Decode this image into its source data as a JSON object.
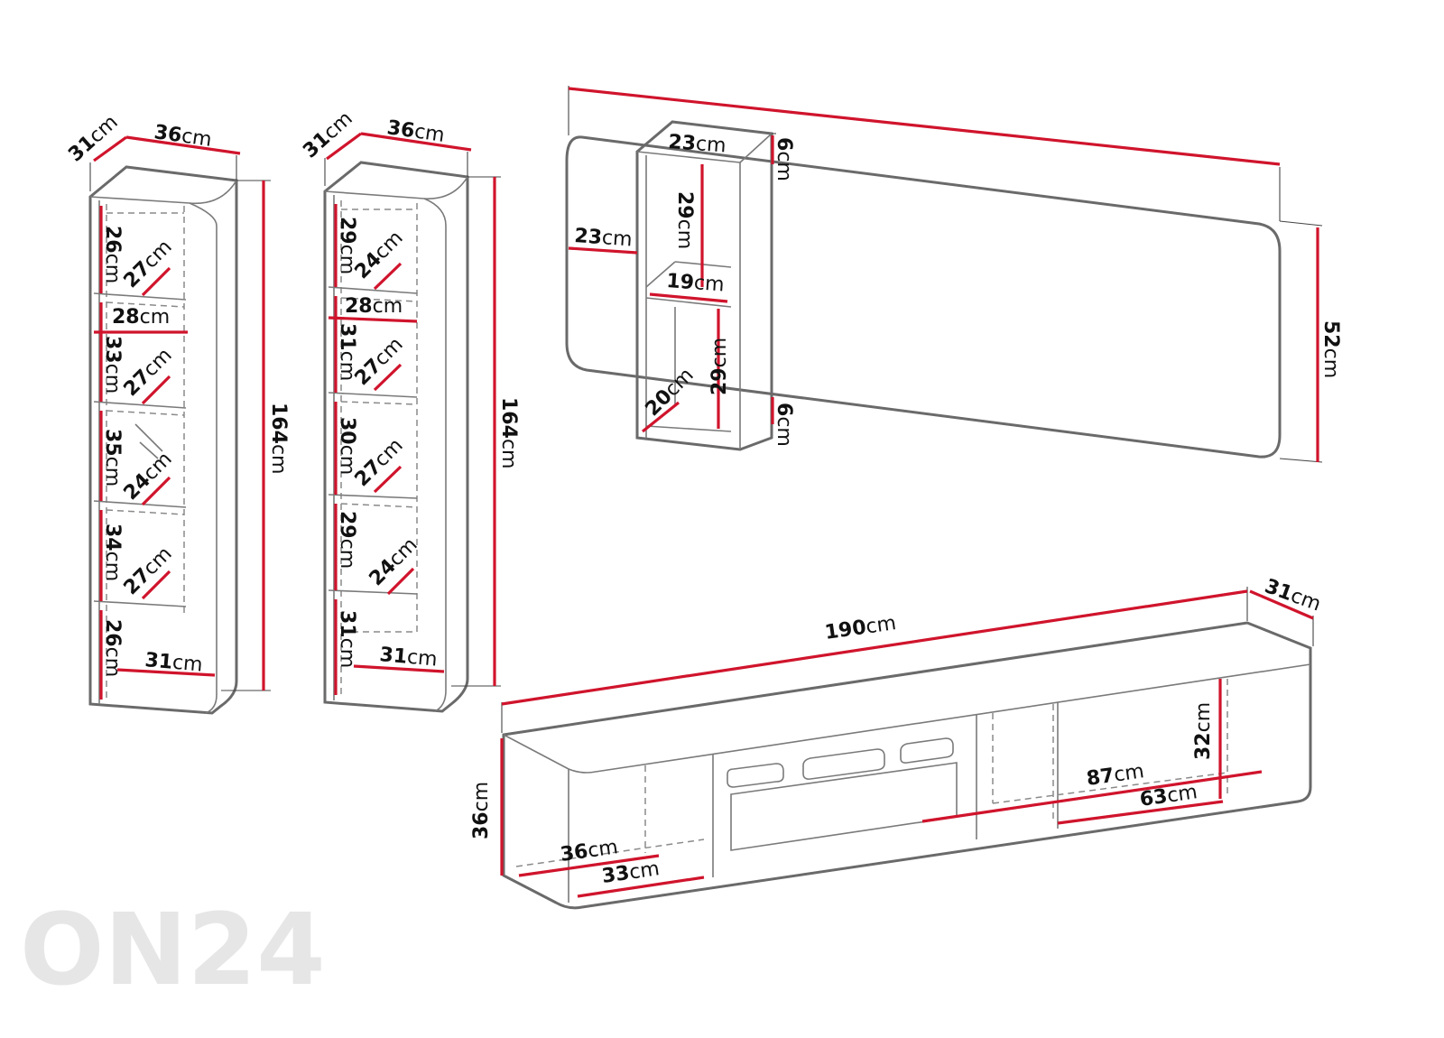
{
  "watermark": "ON24",
  "unit": "cm",
  "units": {
    "tall_left": {
      "depth": "31",
      "width": "36",
      "height": "164",
      "shelves": [
        "26",
        "33",
        "35",
        "34",
        "26"
      ],
      "shelf_depths": [
        "27",
        "27",
        "24",
        "27"
      ],
      "inner_width": "28",
      "bottom_depth": "31"
    },
    "tall_right": {
      "depth": "31",
      "width": "36",
      "height": "164",
      "shelves": [
        "29",
        "31",
        "30",
        "29",
        "31"
      ],
      "shelf_depths": [
        "24",
        "27",
        "27",
        "24"
      ],
      "inner_width": "28",
      "bottom_depth": "31"
    },
    "wall_panel": {
      "panel_height": "52",
      "shelf_width": "23",
      "shelf_depth": "23",
      "top_thickness": "6",
      "bottom_thickness": "6",
      "cube_height_top": "29",
      "cube_height_bottom": "29",
      "inner_width": "19",
      "inner_depth": "20"
    },
    "tv_stand": {
      "length": "190",
      "depth": "31",
      "height": "36",
      "left_depth": "36",
      "left_inner_depth": "33",
      "compartment_width": "87",
      "right_width": "63",
      "right_height": "32"
    }
  }
}
